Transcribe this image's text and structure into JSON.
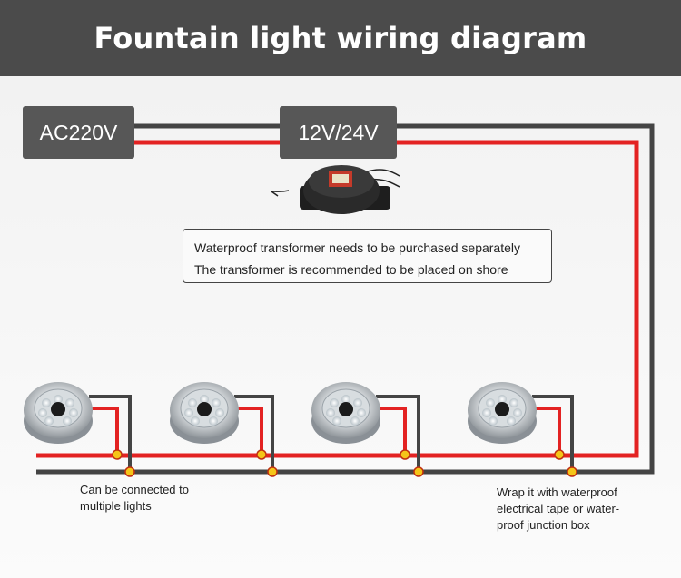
{
  "header": {
    "title": "Fountain light wiring diagram"
  },
  "power": {
    "ac_label": "AC220V",
    "dc_label": "12V/24V"
  },
  "note": {
    "line1": "Waterproof transformer needs to be purchased separately",
    "line2": "The transformer is recommended to be placed on shore"
  },
  "captions": {
    "left": [
      "Can be connected to",
      "multiple lights"
    ],
    "right": [
      "Wrap it with waterproof",
      "electrical tape or water-",
      "proof junction box"
    ]
  },
  "colors": {
    "banner": "#4b4b4b",
    "wire_red": "#e32222",
    "wire_dark": "#444444",
    "junction": "#f5c518",
    "label_box": "#575757"
  },
  "icons": {
    "transformer": "transformer-icon",
    "light": "underwater-light-icon"
  }
}
